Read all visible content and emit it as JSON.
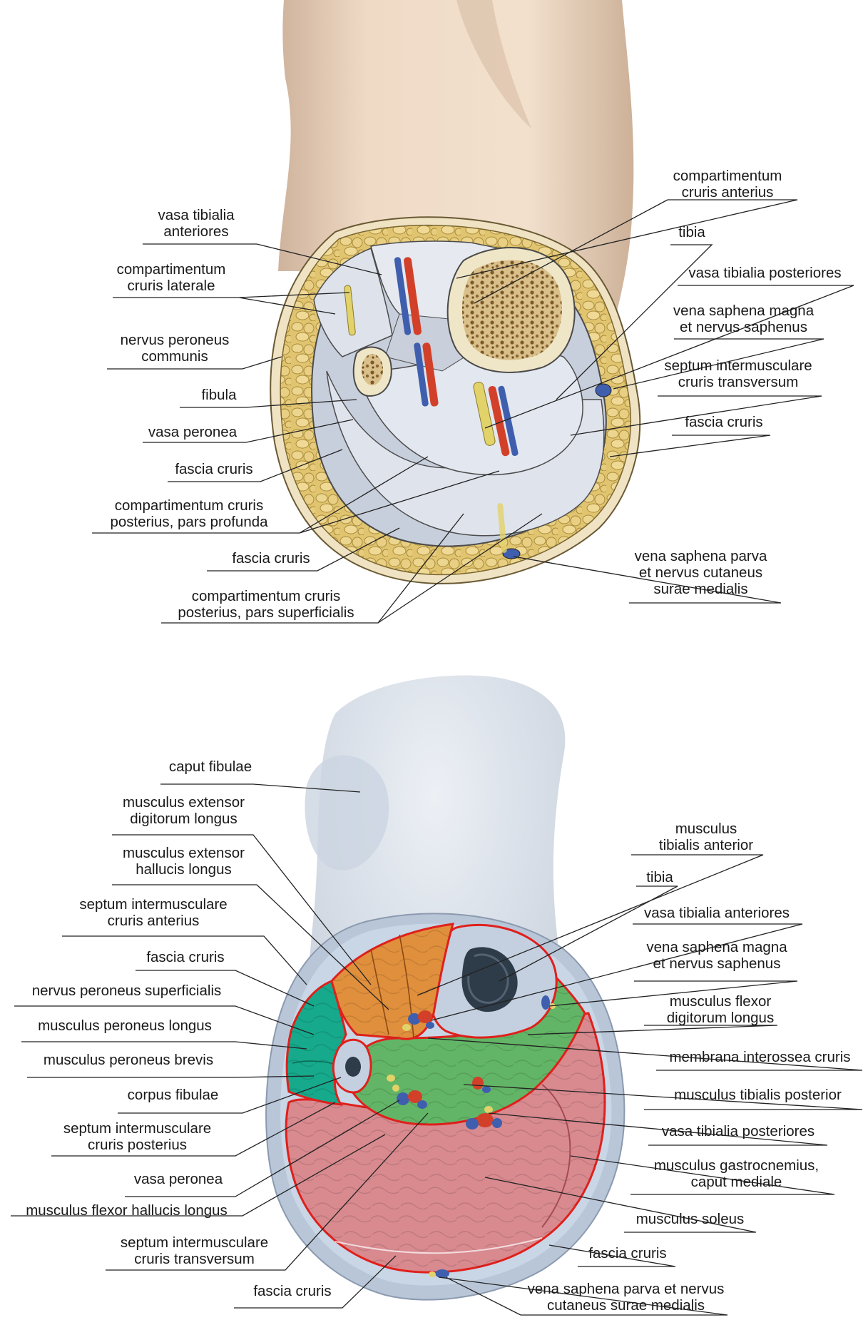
{
  "figure_top": {
    "labels": {
      "vasa_tibialia_anteriores": [
        "vasa tibialia",
        "anteriores"
      ],
      "compartimentum_cruris_laterale": [
        "compartimentum",
        "cruris laterale"
      ],
      "nervus_peroneus_communis": [
        "nervus peroneus",
        "communis"
      ],
      "fibula": [
        "fibula"
      ],
      "vasa_peronea": [
        "vasa peronea"
      ],
      "fascia_cruris_1": [
        "fascia cruris"
      ],
      "compartimentum_posterius_profunda": [
        "compartimentum cruris",
        "posterius, pars profunda"
      ],
      "fascia_cruris_2": [
        "fascia cruris"
      ],
      "compartimentum_posterius_superficialis": [
        "compartimentum cruris",
        "posterius, pars superficialis"
      ],
      "compartimentum_cruris_anterius": [
        "compartimentum",
        "cruris anterius"
      ],
      "tibia": [
        "tibia"
      ],
      "vasa_tibialia_posteriores": [
        "vasa tibialia posteriores"
      ],
      "vena_saphena_magna": [
        "vena saphena magna",
        "et nervus saphenus"
      ],
      "septum_transversum": [
        "septum intermusculare",
        "cruris transversum"
      ],
      "fascia_cruris_3": [
        "fascia cruris"
      ],
      "vena_saphena_parva": [
        "vena saphena parva",
        "et nervus cutaneus",
        "surae medialis"
      ]
    }
  },
  "figure_bottom": {
    "labels": {
      "caput_fibulae": [
        "caput fibulae"
      ],
      "m_ext_digitorum_longus": [
        "musculus extensor",
        "digitorum longus"
      ],
      "m_ext_hallucis_longus": [
        "musculus extensor",
        "hallucis longus"
      ],
      "septum_anterius": [
        "septum intermusculare",
        "cruris anterius"
      ],
      "fascia_cruris_a": [
        "fascia cruris"
      ],
      "n_peroneus_superficialis": [
        "nervus peroneus superficialis"
      ],
      "m_peroneus_longus": [
        "musculus peroneus longus"
      ],
      "m_peroneus_brevis": [
        "musculus peroneus brevis"
      ],
      "corpus_fibulae": [
        "corpus fibulae"
      ],
      "septum_posterius": [
        "septum intermusculare",
        "cruris posterius"
      ],
      "vasa_peronea": [
        "vasa peronea"
      ],
      "m_flexor_hallucis_longus": [
        "musculus flexor hallucis longus"
      ],
      "septum_transversum": [
        "septum intermusculare",
        "cruris transversum"
      ],
      "fascia_cruris_b": [
        "fascia cruris"
      ],
      "m_tibialis_anterior": [
        "musculus",
        "tibialis anterior"
      ],
      "tibia": [
        "tibia"
      ],
      "vasa_tibialia_anteriores": [
        "vasa tibialia anteriores"
      ],
      "vena_saphena_magna": [
        "vena saphena magna",
        "et nervus saphenus"
      ],
      "m_flexor_digitorum_longus": [
        "musculus flexor",
        "digitorum longus"
      ],
      "membrana_interossea": [
        "membrana interossea cruris"
      ],
      "m_tibialis_posterior": [
        "musculus tibialis posterior"
      ],
      "vasa_tibialia_posteriores": [
        "vasa tibialia posteriores"
      ],
      "m_gastrocnemius": [
        "musculus gastrocnemius,",
        "caput mediale"
      ],
      "m_soleus": [
        "musculus soleus"
      ],
      "fascia_cruris_c": [
        "fascia cruris"
      ],
      "vena_saphena_parva": [
        "vena saphena parva et nervus",
        "cutaneus surae medialis"
      ]
    }
  },
  "colors": {
    "skin": "#e9d2bd",
    "fat": "#dcc06a",
    "bone_cortex": "#efe6c8",
    "bone_marrow": "#b79a5c",
    "fascia": "#d3d9e6",
    "artery": "#d2402a",
    "vein": "#3f5fae",
    "nerve": "#e2d26a",
    "extensor_group": "#e08f3c",
    "peroneal_group": "#16a98b",
    "deep_flexor_group": "#62b566",
    "superficial_flexor_group": "#d88a8f",
    "compartment_line": "#e0201c",
    "ghost_limb": "#c6d0de"
  }
}
